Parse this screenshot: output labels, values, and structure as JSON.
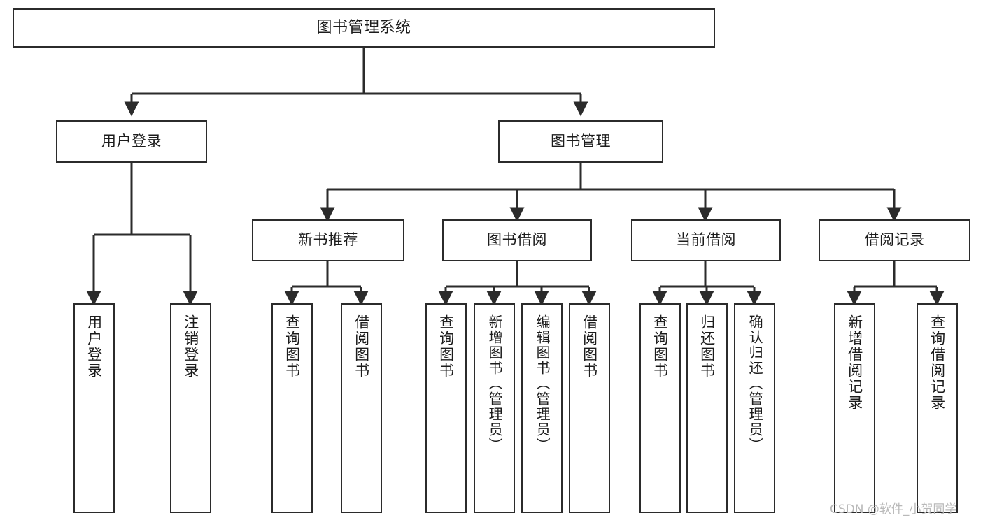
{
  "diagram": {
    "title": "图书管理系统",
    "type": "tree",
    "orientation": "top-down",
    "colors": {
      "box_border": "#2b2b2b",
      "box_fill": "#ffffff",
      "connector": "#2b2b2b",
      "text": "#1c1c1c",
      "watermark": "#b9b9b9",
      "background": "#ffffff"
    },
    "root": {
      "label": "图书管理系统"
    },
    "level2": [
      {
        "label": "用户登录"
      },
      {
        "label": "图书管理"
      }
    ],
    "level3": [
      {
        "label": "新书推荐"
      },
      {
        "label": "图书借阅"
      },
      {
        "label": "当前借阅"
      },
      {
        "label": "借阅记录"
      }
    ],
    "leaves": {
      "user_login": [
        {
          "label": "用户登录"
        },
        {
          "label": "注销登录"
        }
      ],
      "new_book_recommend": [
        {
          "label": "查询图书"
        },
        {
          "label": "借阅图书"
        }
      ],
      "book_borrow": [
        {
          "label": "查询图书"
        },
        {
          "label": "新增图书（管理员）"
        },
        {
          "label": "编辑图书（管理员）"
        },
        {
          "label": "借阅图书"
        }
      ],
      "current_borrow": [
        {
          "label": "查询图书"
        },
        {
          "label": "归还图书"
        },
        {
          "label": "确认归还（管理员）"
        }
      ],
      "borrow_record": [
        {
          "label": "新增借阅记录"
        },
        {
          "label": "查询借阅记录"
        }
      ]
    }
  },
  "watermark": {
    "text": "CSDN @软件_小贺同学"
  }
}
